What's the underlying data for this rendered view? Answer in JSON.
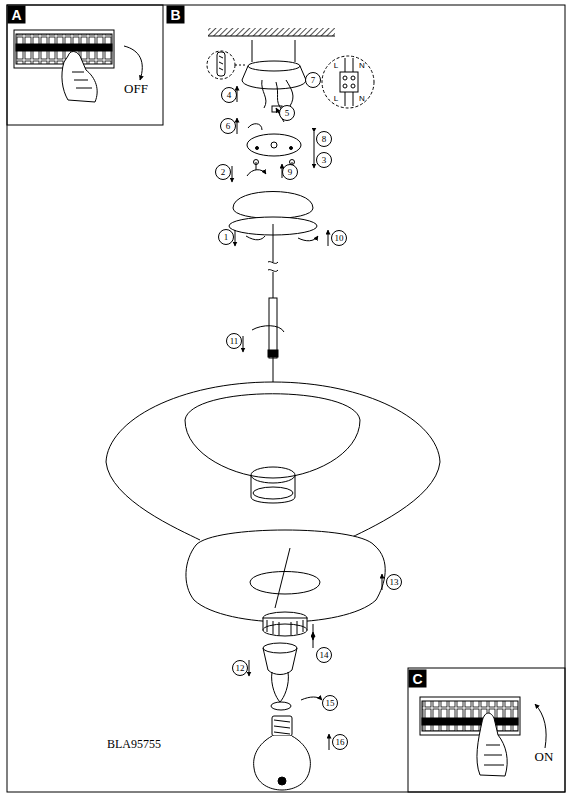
{
  "diagram": {
    "labels": [
      "A",
      "OFF",
      "B",
      "L",
      "N",
      "L",
      "N",
      "4",
      "7",
      "5",
      "6",
      "8",
      "3",
      "2",
      "9",
      "1",
      "10",
      "11",
      "13",
      "14",
      "12",
      "15",
      "16",
      "BLA95755",
      "C",
      "ON"
    ]
  }
}
